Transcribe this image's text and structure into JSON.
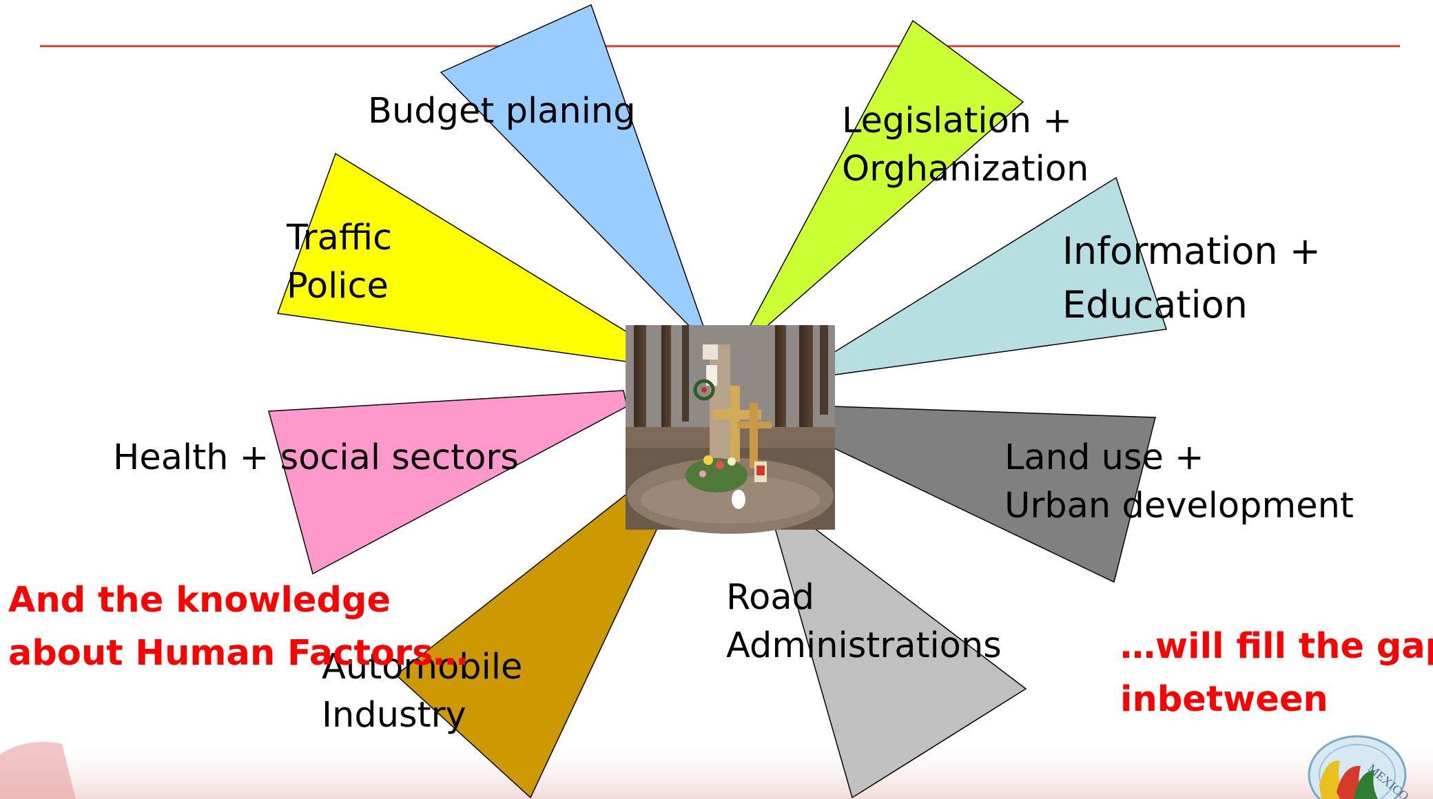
{
  "colors": {
    "header_rule": "#d93a2b",
    "accent_text": "#ff0000",
    "budget": "#99ccff",
    "legislation": "#ccff33",
    "information": "#b7dfe1",
    "land_use": "#808080",
    "road_admin": "#c0c0c0",
    "automobile": "#cc9900",
    "health": "#ff99cc",
    "traffic": "#ffff00"
  },
  "sectors": {
    "budget": {
      "line1": "Budget planing"
    },
    "legislation": {
      "line1": "Legislation +",
      "line2": "Orghanization"
    },
    "information": {
      "line1": "Information +",
      "line2": "Education"
    },
    "land_use": {
      "line1": "Land use +",
      "line2": "Urban development"
    },
    "road_admin": {
      "line1": "Road",
      "line2": "Administrations"
    },
    "automobile": {
      "line1": "Automobile",
      "line2": "Industry"
    },
    "health": {
      "line1": "Health + social sectors"
    },
    "traffic": {
      "line1": "Traffic",
      "line2": "Police"
    }
  },
  "notes": {
    "left": {
      "line1": "And the knowledge",
      "line2": "about Human Factors…"
    },
    "right": {
      "line1": "…will fill the gaps",
      "line2": "inbetween"
    }
  },
  "logo": {
    "text": "MEXICO"
  }
}
